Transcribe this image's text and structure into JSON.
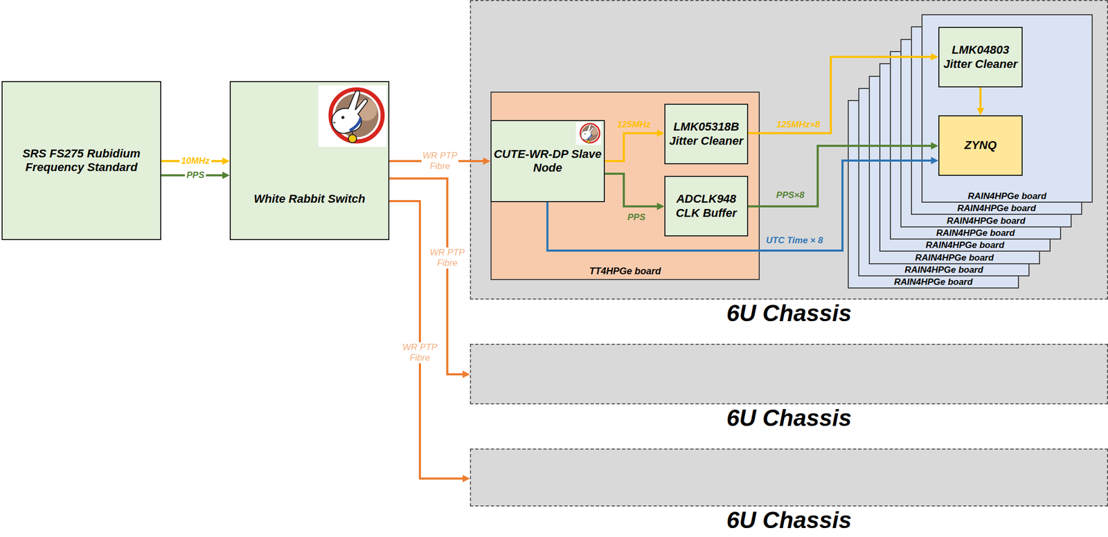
{
  "diagram": {
    "nodes": [
      {
        "text": [
          "SRS FS275 Rubidium Frequency Standard"
        ]
      },
      {
        "text": [
          "White Rabbit Switch"
        ]
      },
      {
        "text": [
          "6U Chassis"
        ]
      },
      {
        "text": [
          "TT4HPGe board"
        ],
        "in": 2
      },
      {
        "text": [
          "CUTE-WR-DP Slave Node"
        ],
        "in": 3
      },
      {
        "text": [
          "LMK05318B Jitter Cleaner"
        ],
        "in": 3
      },
      {
        "text": [
          "ADCLK948 CLK Buffer"
        ],
        "in": 3
      },
      {
        "text": [
          "RAIN4HPGe board"
        ],
        "in": 2
      },
      {
        "text": [
          "RAIN4HPGe board"
        ],
        "in": 2
      },
      {
        "text": [
          "RAIN4HPGe board"
        ],
        "in": 2
      },
      {
        "text": [
          "RAIN4HPGe board"
        ],
        "in": 2
      },
      {
        "text": [
          "RAIN4HPGe board"
        ],
        "in": 2
      },
      {
        "text": [
          "RAIN4HPGe board"
        ],
        "in": 2
      },
      {
        "text": [
          "RAIN4HPGe board"
        ],
        "in": 2
      },
      {
        "text": [
          "RAIN4HPGe board"
        ],
        "in": 2
      },
      {
        "text": [
          "LMK04803 Jitter Cleaner"
        ],
        "in": 7
      },
      {
        "text": [
          "ZYNQ"
        ],
        "in": 7
      },
      {
        "text": [
          "6U Chassis"
        ]
      },
      {
        "text": [
          "6U Chassis"
        ]
      }
    ],
    "edges": [
      {
        "from": 0,
        "to": 1,
        "label": "10MHz",
        "arrow": "to"
      },
      {
        "from": 0,
        "to": 1,
        "label": "PPS",
        "arrow": "to"
      },
      {
        "from": 1,
        "to": 4,
        "label": "WR PTP Fibre",
        "arrow": "to"
      },
      {
        "from": 1,
        "to": 17,
        "label": "WR PTP Fibre",
        "arrow": "to"
      },
      {
        "from": 1,
        "to": 18,
        "label": "WR PTP Fibre",
        "arrow": "to"
      },
      {
        "from": 4,
        "to": 5,
        "label": "125MHz",
        "arrow": "to"
      },
      {
        "from": 4,
        "to": 6,
        "label": "PPS",
        "arrow": "to"
      },
      {
        "from": 4,
        "to": 16,
        "label": "UTC Time × 8",
        "arrow": "to"
      },
      {
        "from": 5,
        "to": 15,
        "label": "125MHz×8",
        "arrow": "to"
      },
      {
        "from": 6,
        "to": 16,
        "label": "PPS×8",
        "arrow": "to"
      },
      {
        "from": 15,
        "to": 16,
        "arrow": "to"
      }
    ]
  }
}
